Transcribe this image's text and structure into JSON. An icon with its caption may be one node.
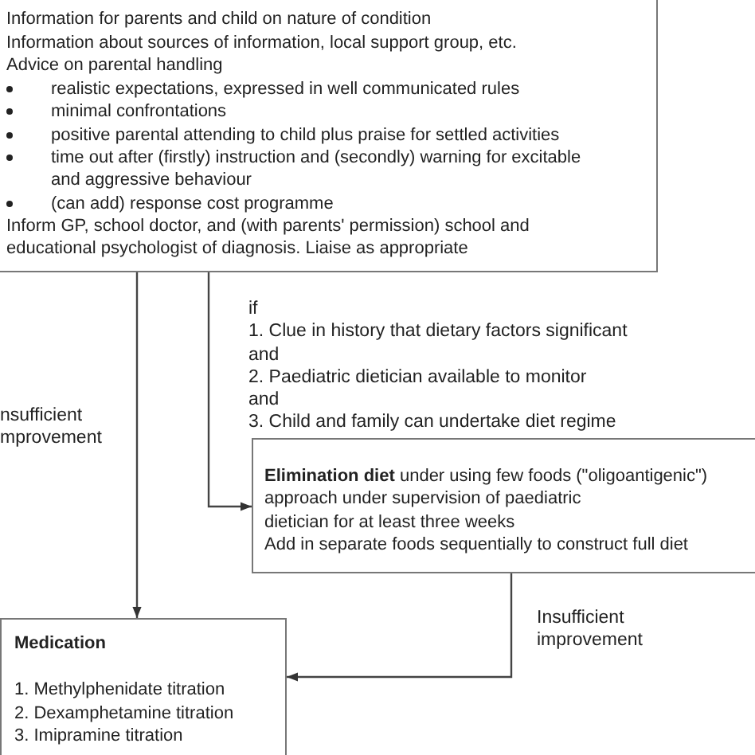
{
  "diagram": {
    "nodes": [
      {
        "text": [
          "Information for parents and child on nature of condition",
          "Information about sources of information, local support group, etc.",
          "Advice on parental handling",
          "realistic expectations, expressed in well communicated rules",
          "minimal confrontations",
          "positive parental attending to child plus praise for settled activities",
          "time out after (firstly) instruction and (secondly) warning for excitable and aggressive behaviour",
          "(can add) response cost programme",
          "Inform GP, school doctor, and (with parents' permission) school and educational psychologist of diagnosis. Liaise as appropriate"
        ]
      },
      {
        "text": [
          "**Elimination diet** under using few foods (\"oligoantigenic\") approach under supervision of paediatric dietician for at least three weeks",
          "Add in separate foods sequentially to construct full diet"
        ]
      },
      {
        "text": [
          "Medication",
          "1. Methylphenidate titration",
          "2. Dexamphetamine titration",
          "3. Imipramine titration"
        ]
      }
    ],
    "edges": [
      {
        "from": 0,
        "to": 2,
        "arrow": "to",
        "label": "nsufficient mprovement"
      },
      {
        "from": 0,
        "to": 1,
        "arrow": "to",
        "label": "if 1. Clue in history that dietary factors significant and 2. Paediatric dietician available to monitor and 3. Child and family can undertake diet regime"
      },
      {
        "from": 1,
        "to": 2,
        "arrow": "to",
        "label": "Insufficient improvement"
      }
    ]
  }
}
